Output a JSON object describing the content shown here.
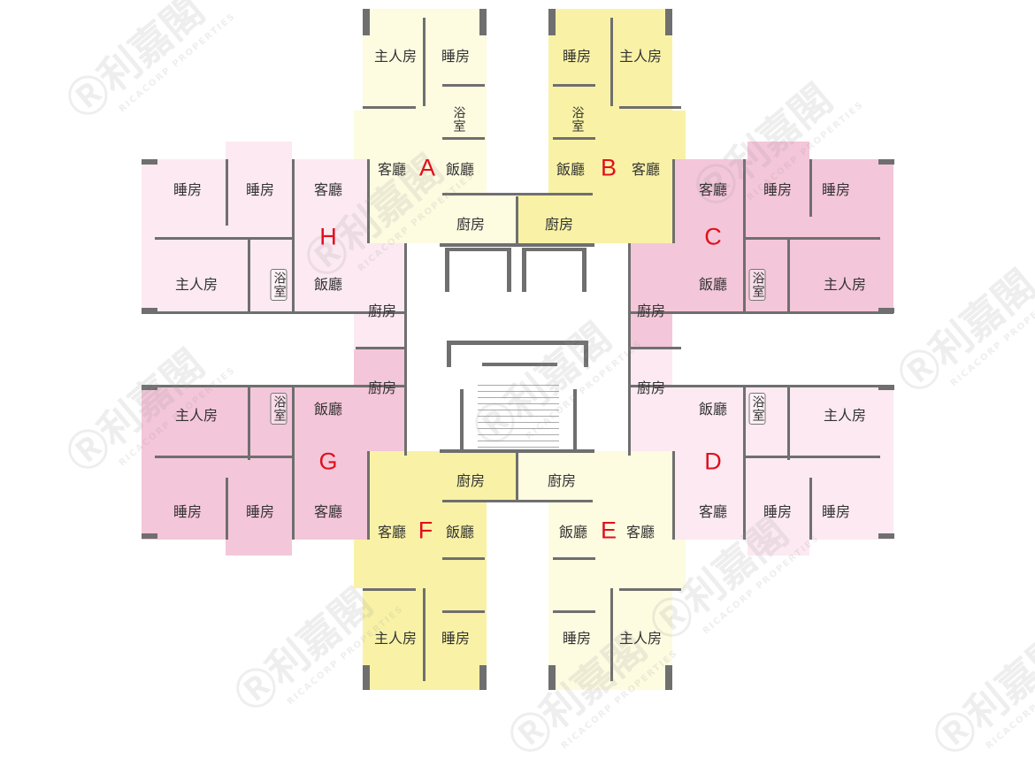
{
  "colors": {
    "light_yellow": "#fdfbe0",
    "dark_yellow": "#f9f2a6",
    "light_pink": "#fce9f1",
    "dark_pink": "#f4c6d9",
    "unit_letter": "#e0101e",
    "wall": "#6f6f6f"
  },
  "watermark": {
    "logo": "利嘉閣",
    "text": "RICACORP PROPERTIES"
  },
  "units": {
    "A": {
      "letter": "A",
      "rooms": [
        "主人房",
        "睡房",
        "浴室",
        "客廳",
        "飯廳",
        "廚房"
      ]
    },
    "B": {
      "letter": "B",
      "rooms": [
        "睡房",
        "主人房",
        "浴室",
        "飯廳",
        "客廳",
        "廚房"
      ]
    },
    "C": {
      "letter": "C",
      "rooms": [
        "客廳",
        "睡房",
        "睡房",
        "飯廳",
        "浴室",
        "主人房",
        "廚房"
      ]
    },
    "D": {
      "letter": "D",
      "rooms": [
        "廚房",
        "飯廳",
        "浴室",
        "主人房",
        "客廳",
        "睡房",
        "睡房"
      ]
    },
    "E": {
      "letter": "E",
      "rooms": [
        "廚房",
        "飯廳",
        "客廳",
        "睡房",
        "主人房"
      ]
    },
    "F": {
      "letter": "F",
      "rooms": [
        "廚房",
        "客廳",
        "飯廳",
        "主人房",
        "睡房"
      ]
    },
    "G": {
      "letter": "G",
      "rooms": [
        "廚房",
        "主人房",
        "浴室",
        "飯廳",
        "睡房",
        "睡房",
        "客廳"
      ]
    },
    "H": {
      "letter": "H",
      "rooms": [
        "睡房",
        "睡房",
        "客廳",
        "主人房",
        "浴室",
        "飯廳",
        "廚房"
      ]
    }
  }
}
